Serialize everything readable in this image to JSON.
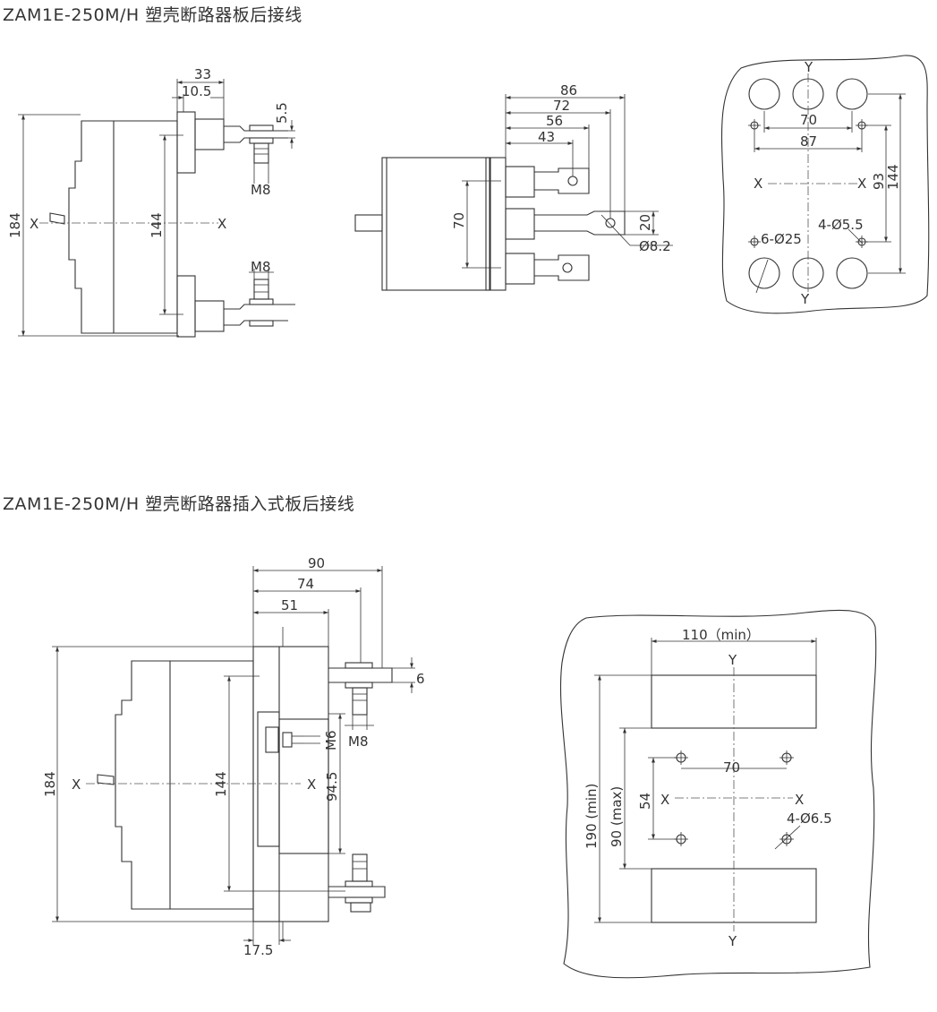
{
  "titles": {
    "top": "ZAM1E-250M/H 塑壳断路器板后接线",
    "bottom": "ZAM1E-250M/H 塑壳断路器插入式板后接线"
  },
  "side_view_1": {
    "d33": "33",
    "d10_5": "10.5",
    "d5_5": "5.5",
    "d184": "184",
    "d144": "144",
    "x_left": "X",
    "x_right": "X",
    "m8_top": "M8",
    "m8_bottom": "M8"
  },
  "top_view": {
    "d86": "86",
    "d72": "72",
    "d56": "56",
    "d43": "43",
    "d70": "70",
    "d20": "20",
    "d8_2": "Ø8.2"
  },
  "panel_cutout_1": {
    "y_top": "Y",
    "y_bottom": "Y",
    "d70": "70",
    "d87": "87",
    "x_left": "X",
    "x_right": "X",
    "d93": "93",
    "d144": "144",
    "holes_small": "4-Ø5.5",
    "holes_large": "6-Ø25"
  },
  "side_view_2": {
    "d90": "90",
    "d74": "74",
    "d51": "51",
    "d6": "6",
    "m6": "M6",
    "m8": "M8",
    "d184": "184",
    "d144": "144",
    "d94_5": "94.5",
    "x_left": "X",
    "x_right": "X",
    "d17_5": "17.5"
  },
  "panel_cutout_2": {
    "d110": "110（min）",
    "y_top": "Y",
    "y_bottom": "Y",
    "d190": "190 (min)",
    "d90": "90 (max)",
    "d70": "70",
    "d54": "54",
    "x_left": "X",
    "x_right": "X",
    "holes": "4-Ø6.5"
  }
}
